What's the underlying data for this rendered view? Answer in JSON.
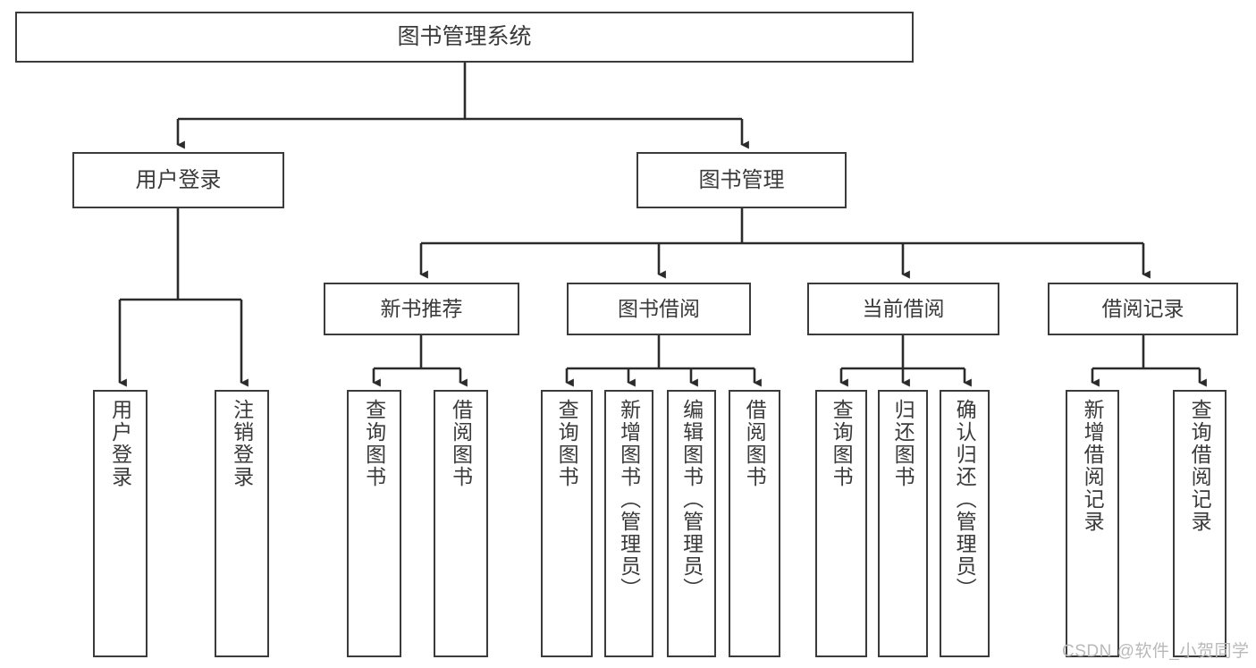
{
  "diagram": {
    "title": "图书管理系统",
    "type": "tree-hierarchy",
    "colors": {
      "box_border": "#3b3b3b",
      "box_fill": "#ffffff",
      "text": "#3a3a3a",
      "edge": "#2b2b2b",
      "watermark": "#b9b9b9",
      "background": "#ffffff"
    },
    "root": {
      "label": "图书管理系统"
    },
    "level2": [
      {
        "label": "用户登录"
      },
      {
        "label": "图书管理"
      }
    ],
    "level3": [
      {
        "label": "新书推荐"
      },
      {
        "label": "图书借阅"
      },
      {
        "label": "当前借阅"
      },
      {
        "label": "借阅记录"
      }
    ],
    "leaves": {
      "user_login": [
        {
          "label": "用户登录"
        },
        {
          "label": "注销登录"
        }
      ],
      "new_book_recommend": [
        {
          "label": "查询图书"
        },
        {
          "label": "借阅图书"
        }
      ],
      "book_borrow": [
        {
          "label": "查询图书"
        },
        {
          "label": "新增图书（管理员）"
        },
        {
          "label": "编辑图书（管理员）"
        },
        {
          "label": "借阅图书"
        }
      ],
      "current_borrow": [
        {
          "label": "查询图书"
        },
        {
          "label": "归还图书"
        },
        {
          "label": "确认归还（管理员）"
        }
      ],
      "borrow_record": [
        {
          "label": "新增借阅记录"
        },
        {
          "label": "查询借阅记录"
        }
      ]
    }
  },
  "watermark": {
    "text": "CSDN @软件_小贺同学"
  }
}
